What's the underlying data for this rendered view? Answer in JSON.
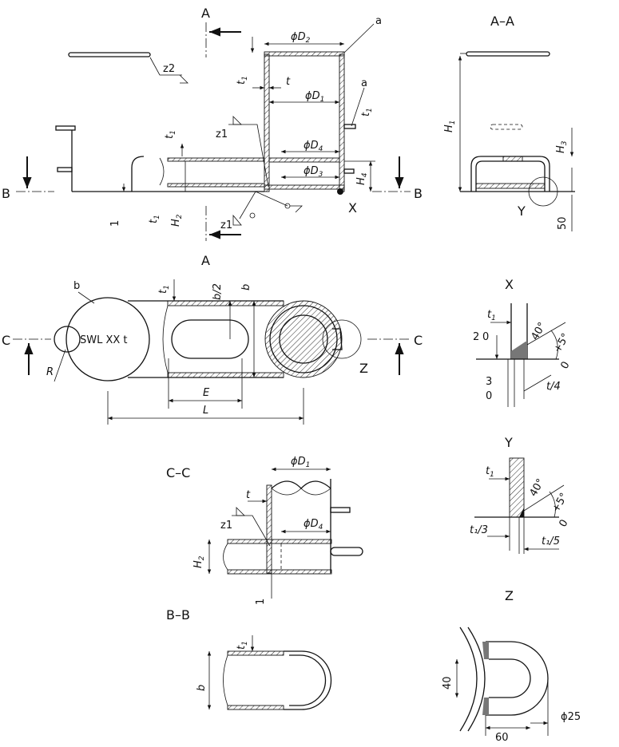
{
  "views": {
    "a_a": "A–A",
    "b_b": "B–B",
    "c_c": "C–C",
    "x": "X",
    "y": "Y",
    "z": "Z",
    "section_a": "A",
    "section_b": "B",
    "section_c": "C"
  },
  "annotations": {
    "note_a": "a",
    "note_b": "b",
    "swl_label": "SWL XX t",
    "weld_z1": "z1",
    "weld_z2": "z2"
  },
  "dimensions": {
    "D1": "ϕD",
    "D1_sub": "1",
    "D2": "ϕD",
    "D2_sub": "2",
    "D3": "ϕD",
    "D3_sub": "3",
    "D4": "ϕD",
    "D4_sub": "4",
    "t": "t",
    "t1": "t",
    "t1_sub": "1",
    "H1": "H",
    "H1_sub": "1",
    "H2": "H",
    "H2_sub": "2",
    "H3": "H",
    "H3_sub": "3",
    "H4": "H",
    "H4_sub": "4",
    "one": "1",
    "fifty": "50",
    "b": "b",
    "b_half": "b/2",
    "E": "E",
    "L": "L",
    "R": "R",
    "forty": "40",
    "sixty": "60",
    "phi25": "ϕ25",
    "angle": "40°",
    "angle_tol": "+5°",
    "angle_tol2": "0",
    "x_2": "2",
    "x_0a": "0",
    "x_3": "3",
    "x_0b": "0",
    "t_quarter": "t/4",
    "t1_third": "t₁/3",
    "t1_fifth": "t₁/5"
  }
}
